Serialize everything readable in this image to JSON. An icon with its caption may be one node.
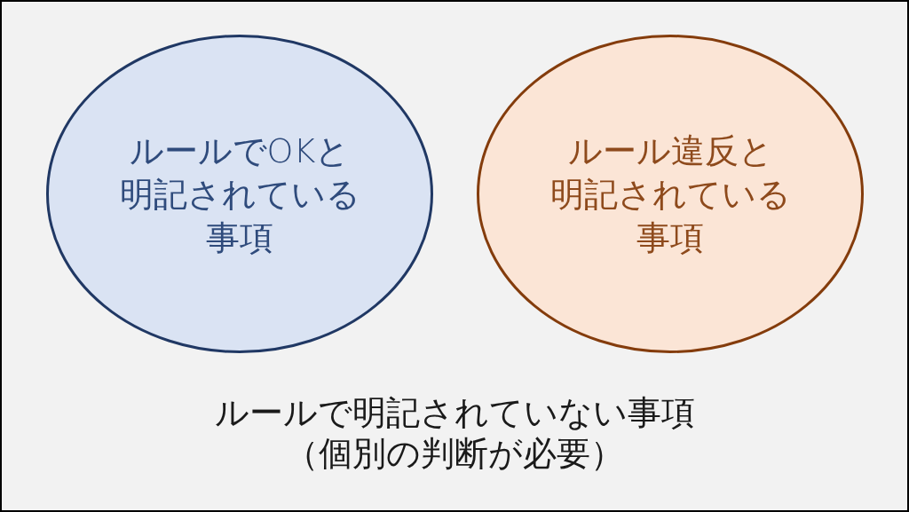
{
  "diagram": {
    "nodes": [
      {
        "text": [
          "ルールで明記されていない事項（個別の判断が必要）"
        ]
      },
      {
        "text": [
          "ルールでOKと明記されている事項"
        ],
        "in": 0
      },
      {
        "text": [
          "ルール違反と明記されている事項"
        ],
        "in": 0
      }
    ]
  }
}
